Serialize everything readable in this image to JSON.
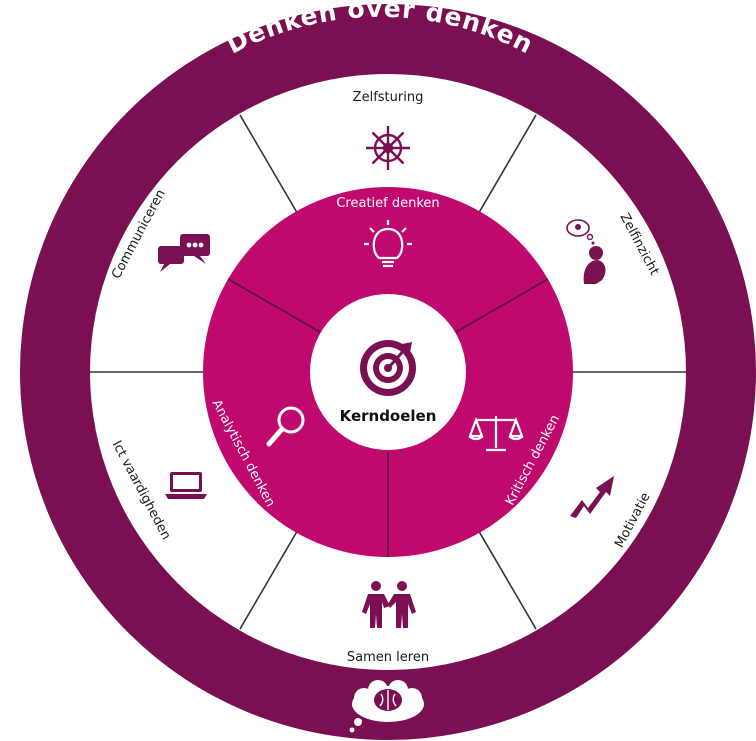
{
  "colors": {
    "plum": "#7a0f52",
    "magenta": "#c0096f",
    "white": "#ffffff",
    "divider": "#333333",
    "icon_plum": "#7a0f52"
  },
  "title": "Denken over denken",
  "center": {
    "label": "Kerndoelen",
    "icon": "target-icon"
  },
  "inner_segments": [
    {
      "label": "Creatief denken",
      "icon": "lightbulb-icon"
    },
    {
      "label": "Kritisch denken",
      "icon": "scales-icon"
    },
    {
      "label": "Analytisch denken",
      "icon": "magnifier-icon"
    }
  ],
  "outer_segments": [
    {
      "label": "Zelfsturing",
      "icon": "ships-wheel-icon"
    },
    {
      "label": "Zelfinzicht",
      "icon": "thinking-person-icon"
    },
    {
      "label": "Motivatie",
      "icon": "rising-arrow-icon"
    },
    {
      "label": "Samen leren",
      "icon": "two-people-icon"
    },
    {
      "label": "Ict vaardigheden",
      "icon": "laptop-icon"
    },
    {
      "label": "Communiceren",
      "icon": "chat-bubbles-icon"
    }
  ],
  "bottom_icon": "brain-bubble-icon"
}
